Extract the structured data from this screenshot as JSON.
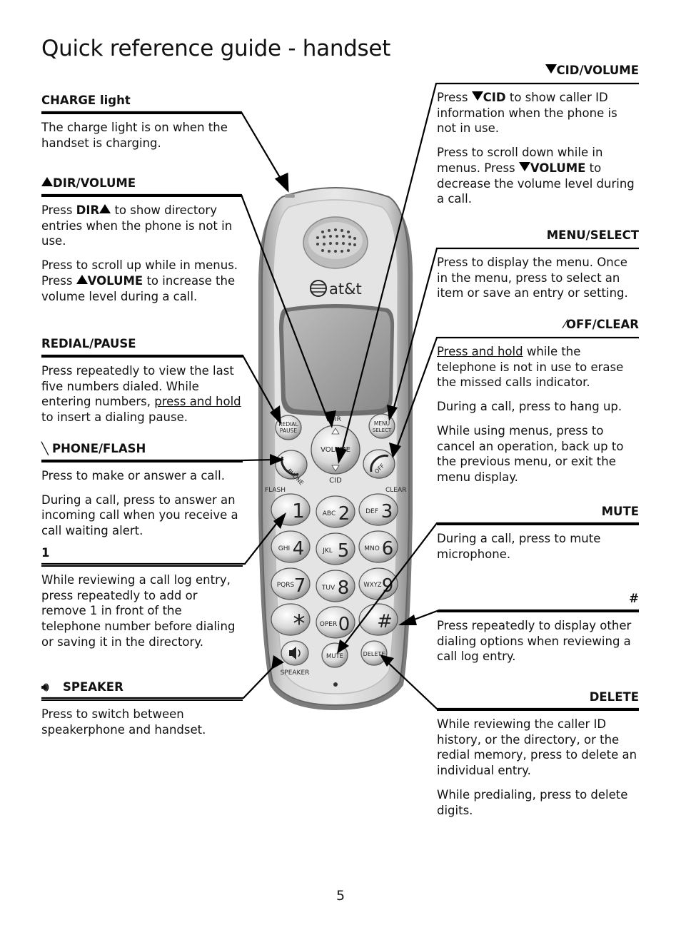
{
  "title": "Quick reference guide - handset",
  "page_number": "5",
  "sections": {
    "charge": {
      "heading": "CHARGE light",
      "p1": "The charge light is on when the handset is charging."
    },
    "dir": {
      "heading": "DIR/VOLUME",
      "p1_a": "Press ",
      "p1_b": "DIR",
      "p1_c": " to show directory entries when the phone is not in use.",
      "p2_a": "Press to scroll up while in menus. Press ",
      "p2_b": "VOLUME",
      "p2_c": " to increase the volume level during a call."
    },
    "redial": {
      "heading": "REDIAL/PAUSE",
      "p1_a": "Press repeatedly to view the last five numbers dialed. While entering numbers, ",
      "p1_b": "press and hold",
      "p1_c": " to insert a dialing pause."
    },
    "phone": {
      "heading": "PHONE/FLASH",
      "p1": "Press to make or answer a call.",
      "p2": "During a call, press to answer an incoming call when you receive a call waiting alert."
    },
    "one": {
      "heading": "1",
      "p1": "While reviewing a call log entry, press repeatedly to add or remove 1 in front of the telephone number before dialing or saving it in the directory."
    },
    "speaker": {
      "heading": "SPEAKER",
      "p1": "Press to switch between speakerphone and handset."
    },
    "cid": {
      "heading": "CID/VOLUME",
      "p1_a": "Press ",
      "p1_b": "CID",
      "p1_c": " to show caller ID information when the phone is not in use.",
      "p2_a": "Press to scroll down while in menus. Press ",
      "p2_b": "VOLUME",
      "p2_c": " to decrease the volume level during a call."
    },
    "menu": {
      "heading": "MENU/SELECT",
      "p1": "Press to display the menu. Once in the menu, press to select an item or save an entry or setting."
    },
    "off": {
      "heading": "OFF/CLEAR",
      "p1_a": "Press and hold",
      "p1_b": " while the telephone is not in use to erase the missed calls indicator.",
      "p2": "During a call, press to hang up.",
      "p3": "While using menus, press to cancel an operation, back up to the previous menu, or exit the menu display."
    },
    "mute": {
      "heading": "MUTE",
      "p1": "During a call, press to mute microphone."
    },
    "pound": {
      "heading": "#",
      "p1": "Press repeatedly to display other dialing options when reviewing a call log entry."
    },
    "delete": {
      "heading": "DELETE",
      "p1": "While reviewing the caller ID history, or the directory, or the redial memory, press to delete an individual entry.",
      "p2": "While predialing, press to delete digits."
    }
  },
  "handset": {
    "brand": "at&t",
    "keys": {
      "redial": "REDIAL",
      "pause": "PAUSE",
      "menu": "MENU",
      "select": "SELECT",
      "dir": "DIR",
      "volume": "VOLUME",
      "cid": "CID",
      "phone": "PHONE",
      "off": "OFF",
      "flash": "FLASH",
      "clear": "CLEAR",
      "k1": "1",
      "k2": "2",
      "k2l": "ABC",
      "k3": "3",
      "k3l": "DEF",
      "k4": "4",
      "k4l": "GHI",
      "k5": "5",
      "k5l": "JKL",
      "k6": "6",
      "k6l": "MNO",
      "k7": "7",
      "k7l": "PQRS",
      "k8": "8",
      "k8l": "TUV",
      "k9": "9",
      "k9l": "WXYZ",
      "kstar": "*",
      "k0": "0",
      "k0l": "OPER",
      "kpound": "#",
      "mute": "MUTE",
      "delete": "DELETE",
      "speaker": "SPEAKER"
    }
  }
}
